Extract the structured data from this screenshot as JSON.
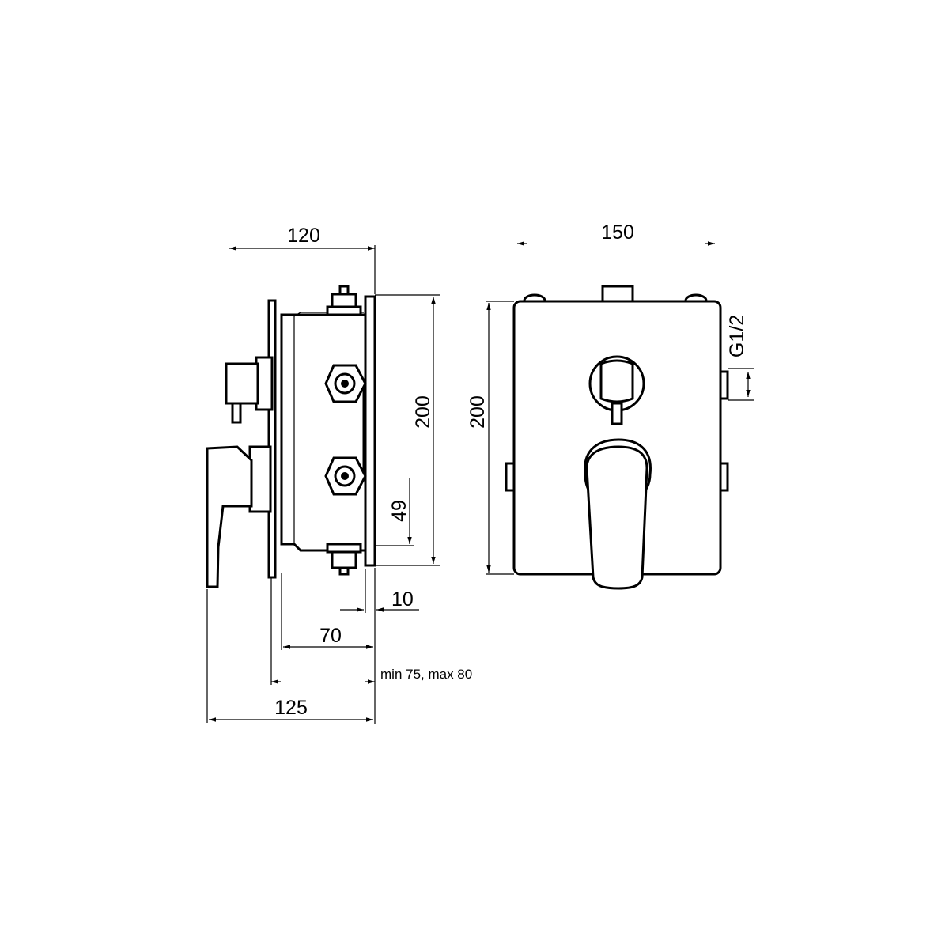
{
  "side_view": {
    "dim_width_top": "120",
    "dim_height": "200",
    "dim_outlet_offset": "49",
    "dim_plate": "10",
    "dim_body_depth": "70",
    "note_install_depth": "min 75, max 80",
    "dim_total_depth": "125"
  },
  "front_view": {
    "dim_width": "150",
    "dim_height": "200",
    "dim_thread": "G1/2"
  },
  "style": {
    "line_color": "#000000",
    "background": "#ffffff"
  }
}
